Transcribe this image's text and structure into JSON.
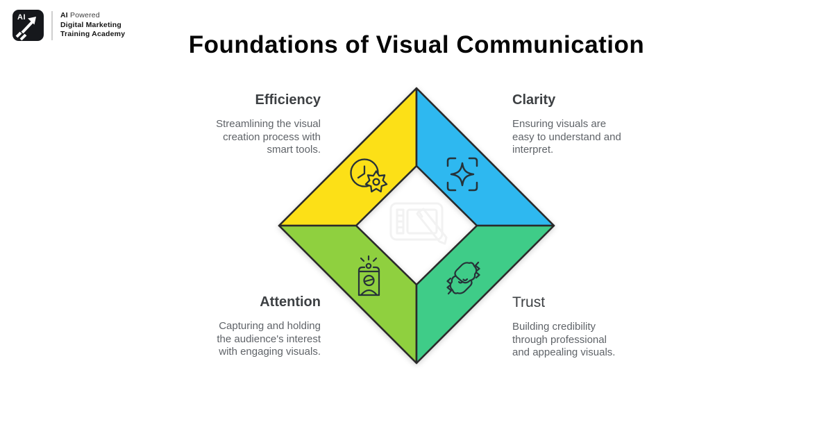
{
  "header": {
    "title": "Foundations of Visual Communication",
    "logo": {
      "badge_text": "AI",
      "badge_icon": "growth-arrow-icon",
      "tagline_bold": "AI",
      "tagline_rest": " Powered",
      "name_line1": "Digital Marketing",
      "name_line2": "Training Academy"
    }
  },
  "colors": {
    "background": "#ffffff",
    "outline": "#2a2a2a",
    "icon_stroke": "#263238",
    "watermark": "#f2f2f2",
    "heading": "#3d4043",
    "body_text": "#5f6368",
    "title_text": "#060606",
    "logo_black": "#16181c"
  },
  "diagram": {
    "center_icon": "drawing-tablet-pen-icon",
    "quadrants": [
      {
        "id": "efficiency",
        "title": "Efficiency",
        "description": "Streamlining the visual creation process with smart tools.",
        "color": "#FCE017",
        "icon": "clock-gear-icon",
        "position": "top-left"
      },
      {
        "id": "clarity",
        "title": "Clarity",
        "description": "Ensuring visuals are easy to understand and interpret.",
        "color": "#2EB8F0",
        "icon": "sparkle-focus-icon",
        "position": "top-right"
      },
      {
        "id": "attention",
        "title": "Attention",
        "description": "Capturing and holding the audience's interest with engaging visuals.",
        "color": "#8FD03F",
        "icon": "person-spotlight-icon",
        "position": "bottom-left"
      },
      {
        "id": "trust",
        "title": "Trust",
        "description": "Building credibility through professional and appealing visuals.",
        "color": "#3FCC88",
        "icon": "fist-bump-icon",
        "position": "bottom-right"
      }
    ]
  }
}
